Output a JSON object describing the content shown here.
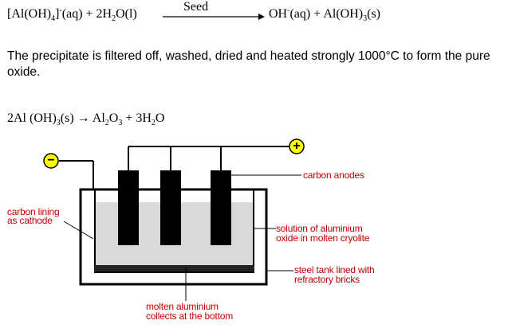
{
  "reaction1": {
    "reactant_a": "[Al(OH)",
    "reactant_a_sub": "4",
    "reactant_a_sup": "-",
    "reactant_a_state": "(aq) + 2H",
    "reactant_b_sub": "2",
    "reactant_b_rest": "O(l)",
    "catalyst": "Seed",
    "product_a": "OH",
    "product_a_sup": "-",
    "product_a_state": "(aq) + Al(OH)",
    "product_b_sub": "3",
    "product_b_state": "(s)"
  },
  "paragraph": "The precipitate is filtered off, washed, dried and heated strongly 1000°C to form the pure oxide.",
  "reaction2": {
    "part1": "2Al (OH)",
    "sub1": "3",
    "part2": "(s) → Al",
    "sub2": "2",
    "part3": "O",
    "sub3": "3",
    "part4": " + 3H",
    "sub4": "2",
    "part5": "O"
  },
  "diagram": {
    "negative_terminal": "−",
    "positive_terminal": "+",
    "labels": {
      "carbon_anodes": "carbon anodes",
      "carbon_lining_1": "carbon lining",
      "carbon_lining_2": "as cathode",
      "solution_1": "solution of aluminium",
      "solution_2": "oxide in molten cryolite",
      "steel_tank_1": "steel tank lined with",
      "steel_tank_2": "refractory bricks",
      "molten_1": "molten aluminium",
      "molten_2": "collects at the bottom"
    },
    "colors": {
      "label": "#c00000",
      "electrolyte": "#d9d9d9",
      "anode": "#000000",
      "terminal_fill": "#ffff00"
    }
  }
}
